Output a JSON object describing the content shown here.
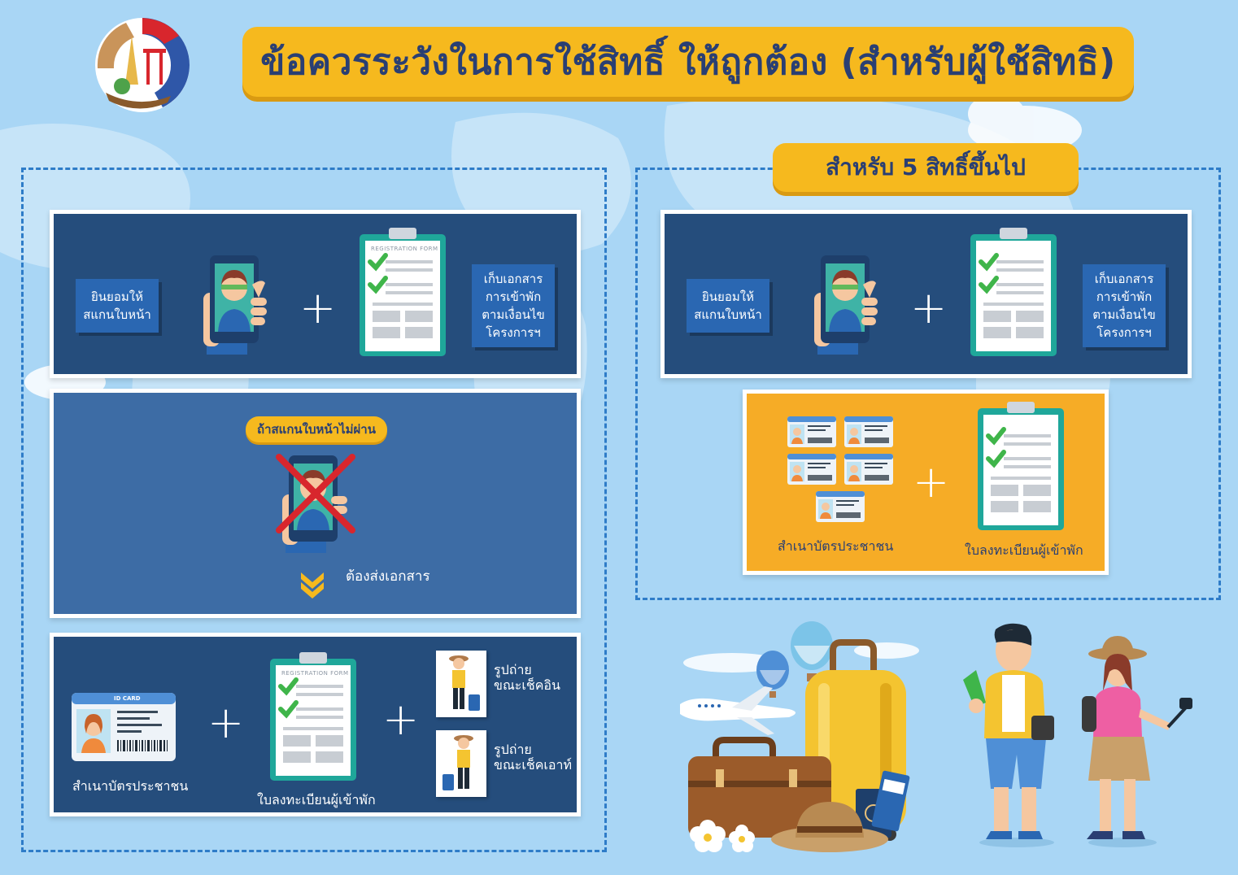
{
  "title": "ข้อควรระวังในการใช้สิทธิ์ ให้ถูกต้อง (สำหรับผู้ใช้สิทธิ)",
  "subtitle_right": "สำหรับ 5 สิทธิ์ขึ้นไป",
  "left": {
    "consent_label": "ยินยอมให้\nสแกนใบหน้า",
    "keep_docs_label": "เก็บเอกสาร\nการเข้าพัก\nตามเงื่อนไข\nโครงการฯ",
    "form_header": "REGISTRATION FORM",
    "fail_pill": "ถ้าสแกนใบหน้าไม่ผ่าน",
    "must_send": "ต้องส่งเอกสาร",
    "id_card_header": "ID CARD",
    "id_copy_label": "สำเนาบัตรประชาชน",
    "register_label": "ใบลงทะเบียนผู้เข้าพัก",
    "checkin_photo": "รูปถ่าย\nขณะเช็คอิน",
    "checkout_photo": "รูปถ่าย\nขณะเช็คเอาท์"
  },
  "right": {
    "consent_label": "ยินยอมให้\nสแกนใบหน้า",
    "keep_docs_label": "เก็บเอกสาร\nการเข้าพัก\nตามเงื่อนไข\nโครงการฯ",
    "id_copy_label": "สำเนาบัตรประชาชน",
    "register_label": "ใบลงทะเบียนผู้เข้าพัก"
  },
  "colors": {
    "background": "#a9d6f5",
    "accent_yellow": "#f6b91e",
    "navy": "#254d7c",
    "mid_blue": "#3d6ca5",
    "orange": "#f6ac26",
    "check_green": "#3fb54a",
    "cross_red": "#d8262d"
  }
}
